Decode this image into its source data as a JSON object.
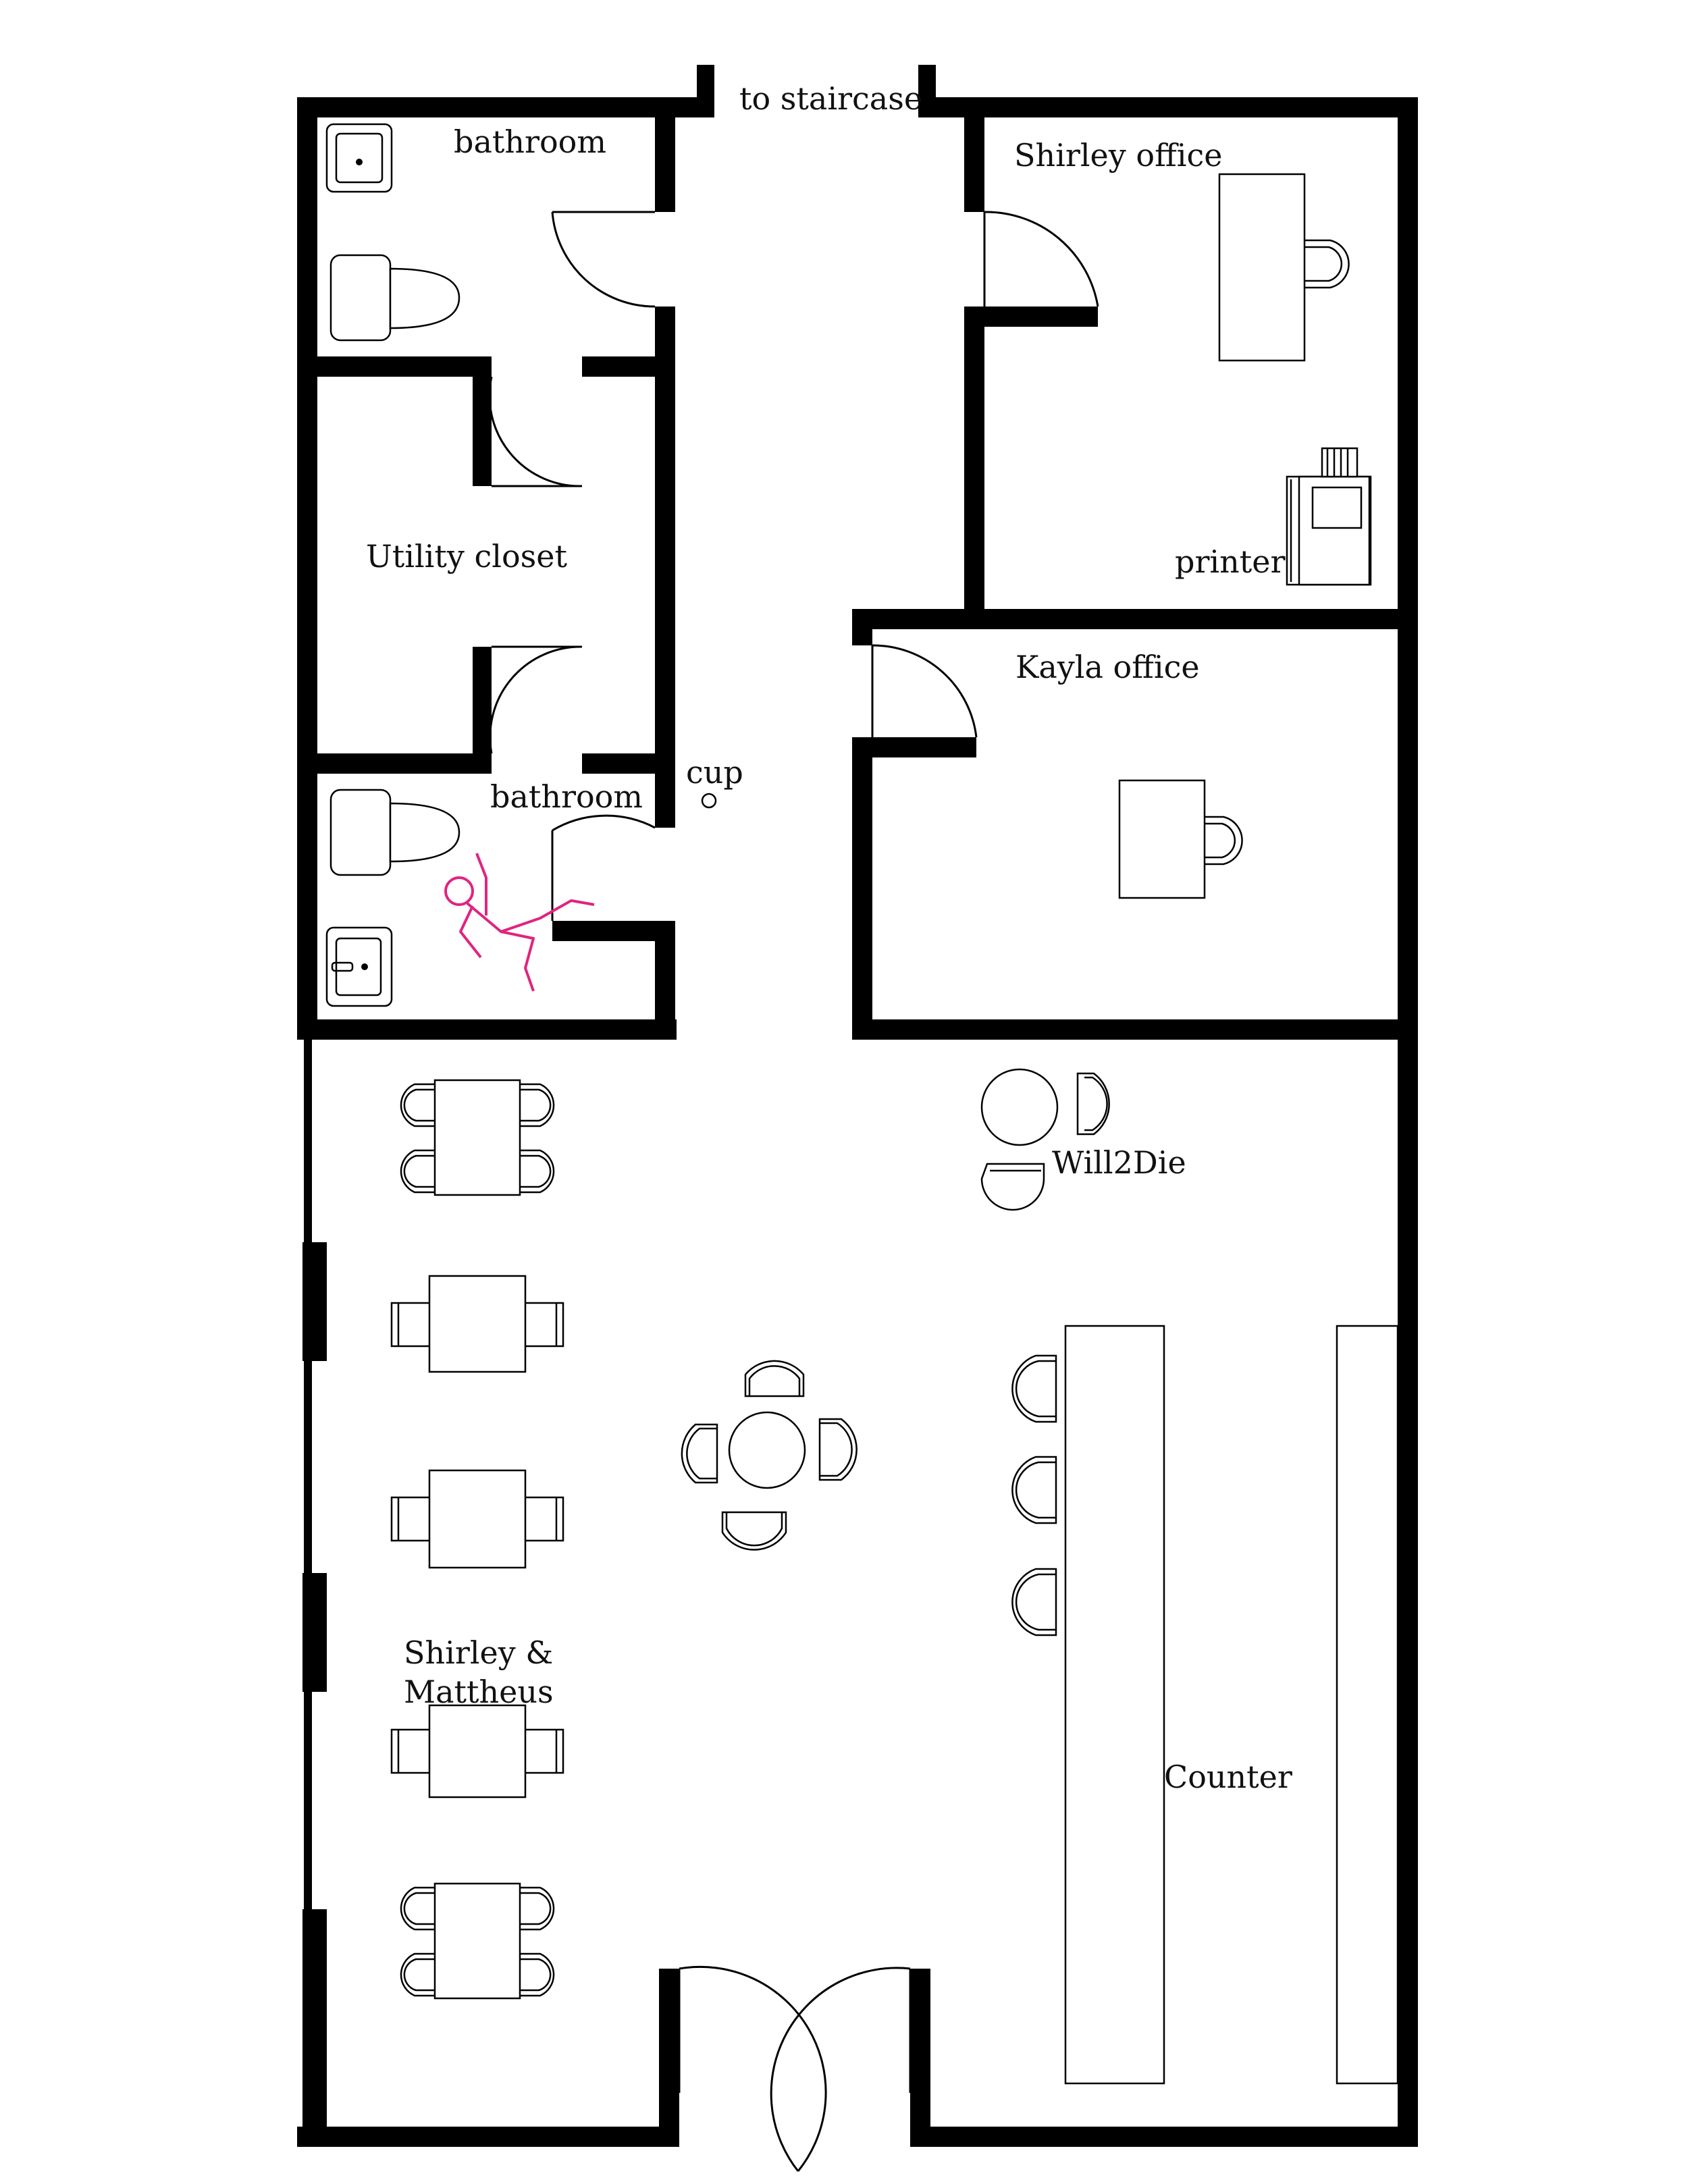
{
  "floorplan": {
    "labels": {
      "staircase": "to staircase",
      "bathroom_top": "bathroom",
      "shirley_office": "Shirley office",
      "utility_closet": "Utility closet",
      "printer": "printer",
      "kayla_office": "Kayla office",
      "cup": "cup",
      "bathroom_bottom": "bathroom",
      "will2die": "Will2Die",
      "shirley_mattheus_line1": "Shirley &",
      "shirley_mattheus_line2": "Mattheus",
      "counter": "Counter"
    },
    "colors": {
      "wall": "#000000",
      "body_outline": "#e0247f"
    },
    "icons": [
      "toilet-icon",
      "sink-icon",
      "desk-icon",
      "chair-icon",
      "printer-icon",
      "table-icon",
      "round-table-icon",
      "cup-icon",
      "body-outline-icon"
    ]
  }
}
